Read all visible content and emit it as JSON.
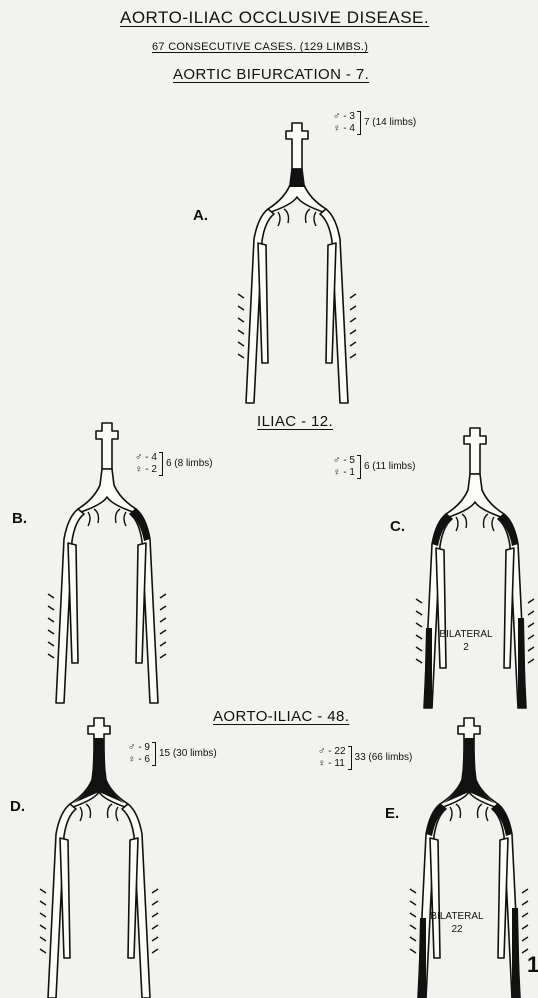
{
  "header": {
    "title": "AORTO-ILIAC OCCLUSIVE DISEASE.",
    "subtitle": "67 CONSECUTIVE CASES. (129 LIMBS.)"
  },
  "sections": {
    "aortic": "AORTIC BIFURCATION - 7.",
    "iliac": "ILIAC - 12.",
    "aortoiliac": "AORTO-ILIAC - 48."
  },
  "diagrams": {
    "A": {
      "letter": "A.",
      "male": "♂ - 3",
      "female": "♀ - 4",
      "total": "7 (14 limbs)"
    },
    "B": {
      "letter": "B.",
      "male": "♂ - 4",
      "female": "♀ - 2",
      "total": "6 (8 limbs)"
    },
    "C": {
      "letter": "C.",
      "male": "♂ - 5",
      "female": "♀ - 1",
      "total": "6 (11 limbs)",
      "note_line1": "BILATERAL",
      "note_line2": "2"
    },
    "D": {
      "letter": "D.",
      "male": "♂ - 9",
      "female": "♀ - 6",
      "total": "15 (30 limbs)"
    },
    "E": {
      "letter": "E.",
      "male": "♂ - 22",
      "female": "♀ - 11",
      "total": "33 (66 limbs)",
      "note_line1": "BILATERAL",
      "note_line2": "22"
    }
  },
  "page_number": "1",
  "colors": {
    "ink": "#111111",
    "paper": "#f2f2ee"
  }
}
